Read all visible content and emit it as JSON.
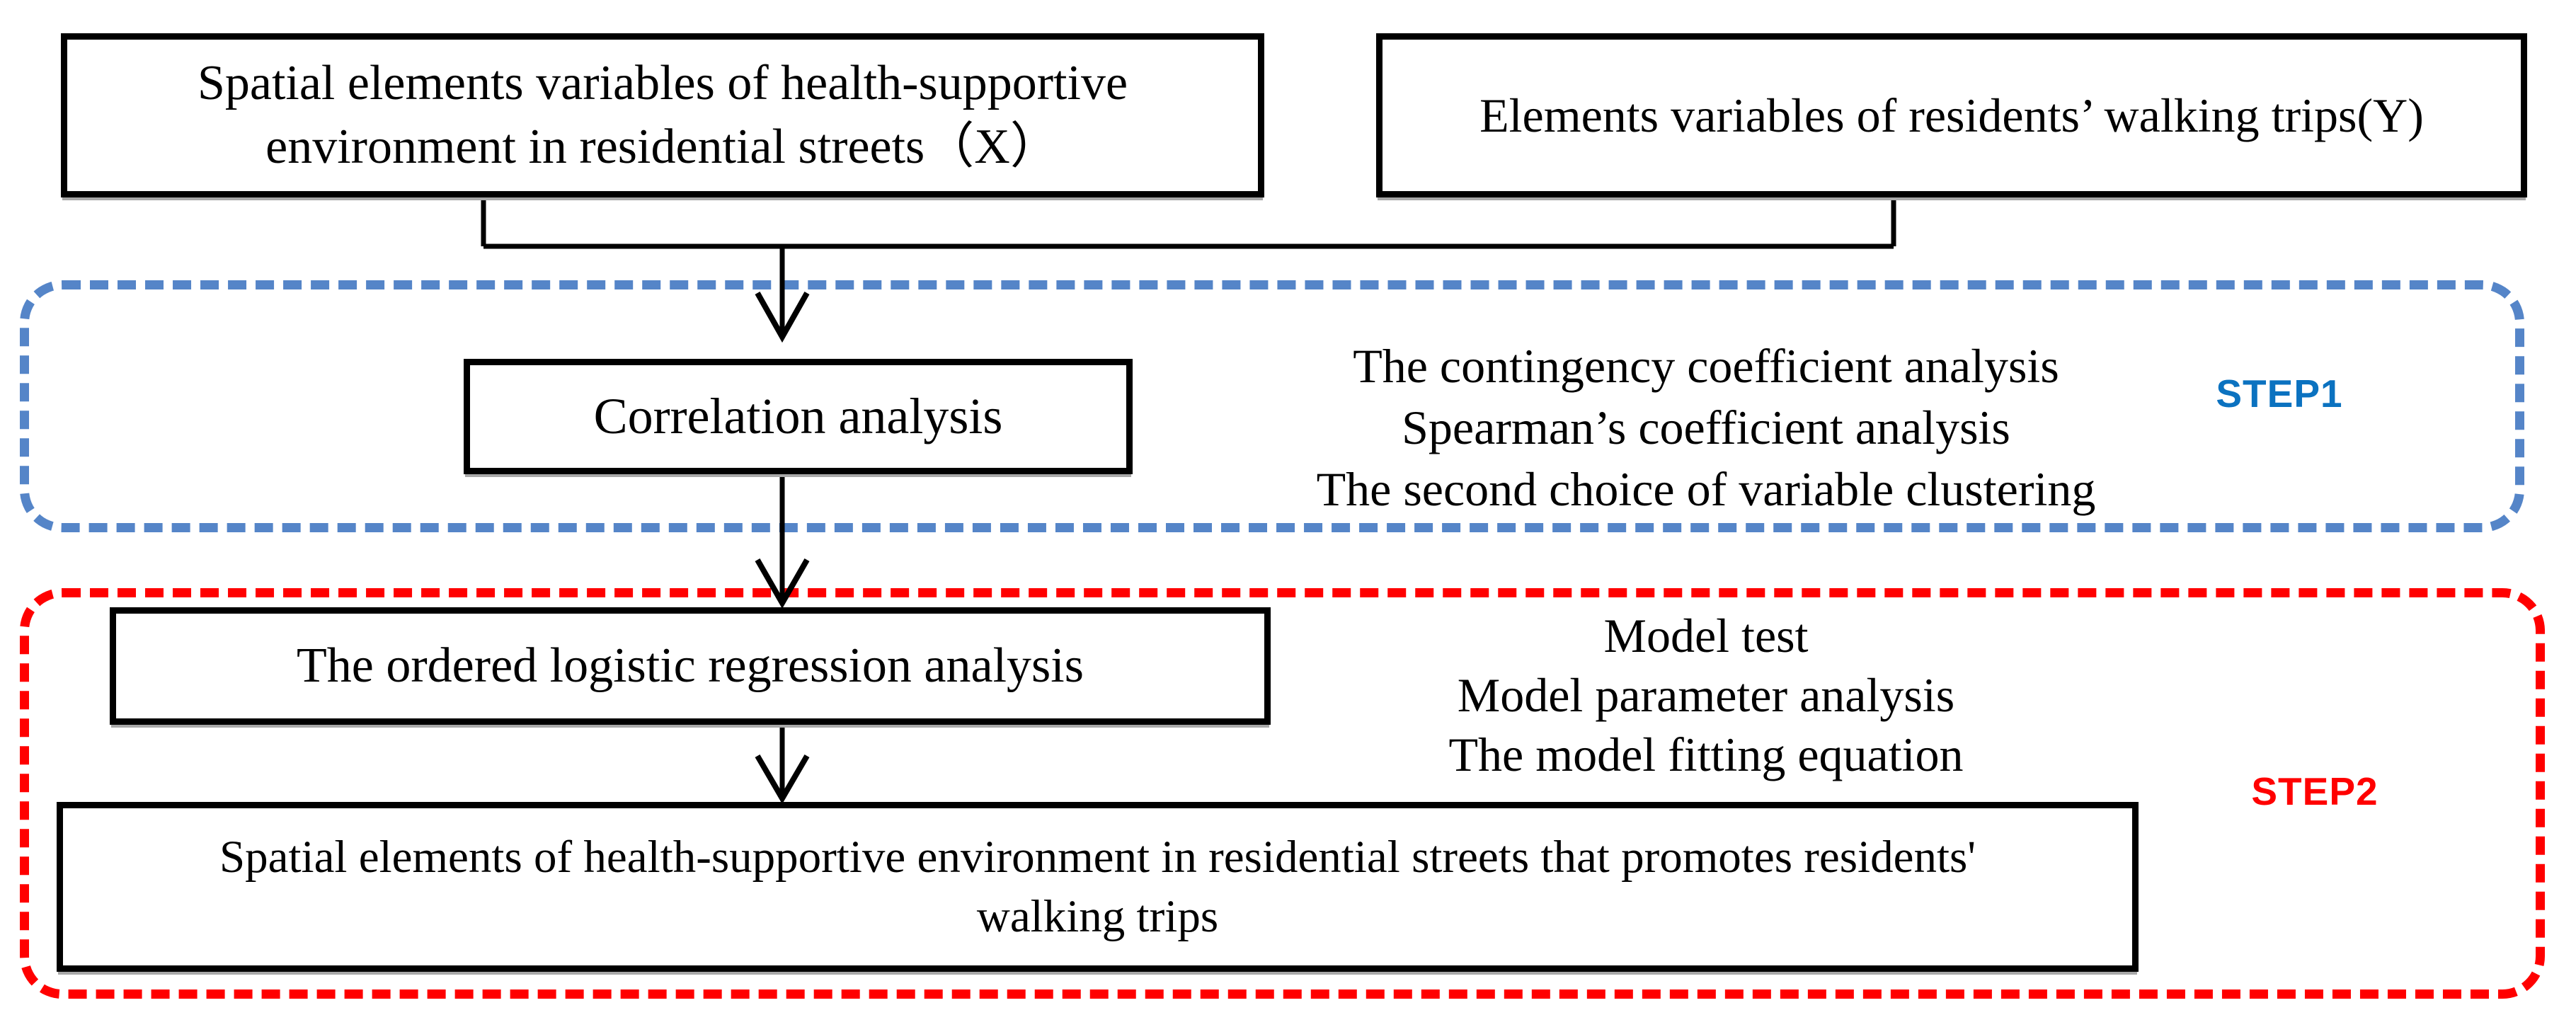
{
  "figure": {
    "type": "flowchart",
    "background": "#ffffff",
    "line_color": "#000000"
  },
  "top_row": {
    "box_x": {
      "lines": [
        "Spatial elements variables of health-supportive",
        "environment in residential streets（X）"
      ]
    },
    "box_y": {
      "label": "Elements variables of residents’ walking trips(Y)"
    }
  },
  "step1": {
    "label": "STEP1",
    "label_color": "#0B72C0",
    "frame_color": "#5585C8",
    "process_box": "Correlation analysis",
    "notes": [
      "The contingency coefficient analysis",
      "Spearman’s coefficient analysis",
      "The second choice of variable clustering"
    ]
  },
  "step2": {
    "label": "STEP2",
    "label_color": "#FF0000",
    "frame_color": "#FF0000",
    "process_box": "The ordered logistic regression analysis",
    "notes": [
      "Model test",
      "Model parameter analysis",
      "The model fitting equation"
    ],
    "result_box": {
      "lines": [
        "Spatial elements of health-supportive environment in residential streets that promotes residents'",
        "walking trips"
      ]
    }
  }
}
